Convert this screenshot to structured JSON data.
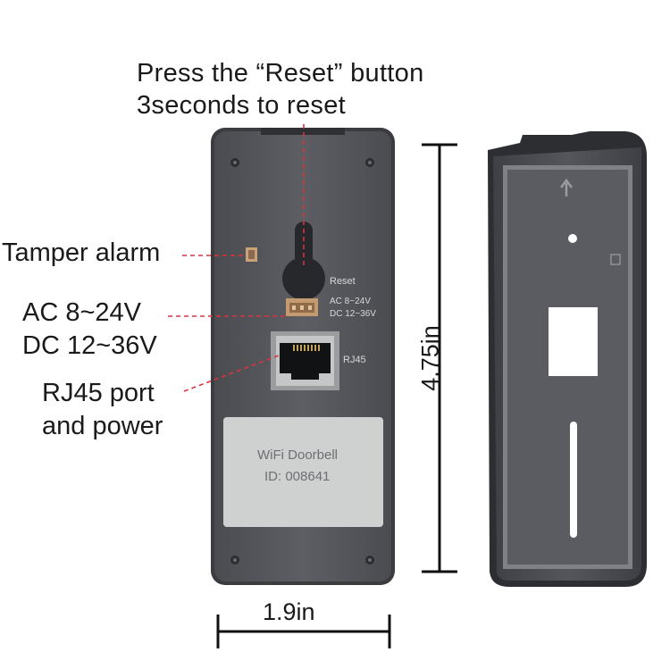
{
  "reset_instruction": {
    "line1": "Press the “Reset” button",
    "line2": "3seconds to reset"
  },
  "callouts": {
    "tamper": "Tamper alarm",
    "power_ac": "AC 8~24V",
    "power_dc": "DC 12~36V",
    "rj45_line1": "RJ45 port",
    "rj45_line2": "and power"
  },
  "device_labels": {
    "reset": "Reset",
    "ac": "AC 8~24V",
    "dc": "DC 12~36V",
    "rj45": "RJ45"
  },
  "sticker": {
    "name": "WiFi Doorbell",
    "id": "ID: 008641"
  },
  "dimensions": {
    "height": "4.75in",
    "width": "1.9in"
  },
  "colors": {
    "device_body": "#57595e",
    "leader_line": "#d9333f",
    "sticker": "#cfd0d0"
  }
}
